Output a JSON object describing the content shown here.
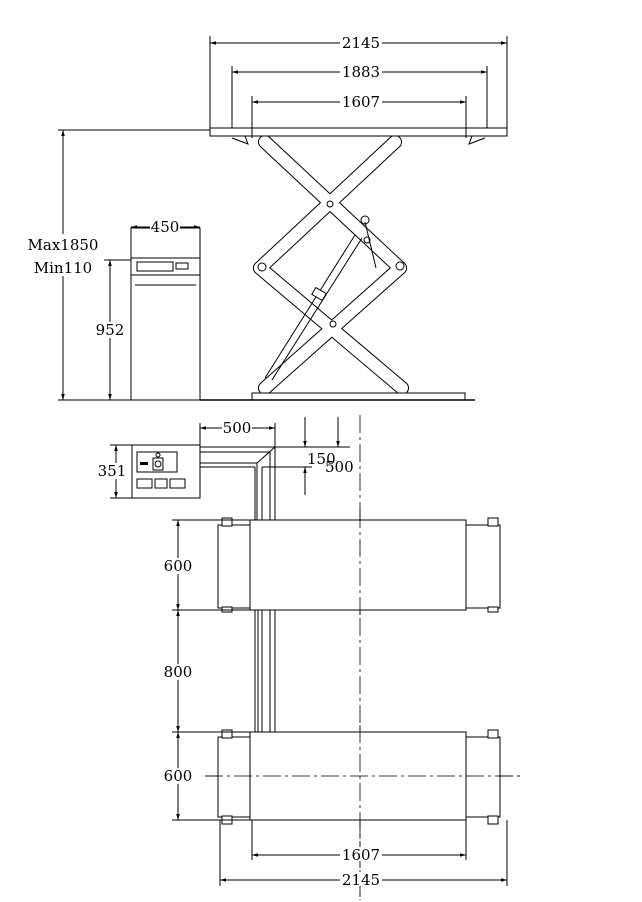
{
  "side_view": {
    "dim_overall_width": "2145",
    "dim_ramp_width": "1883",
    "dim_deck_width": "1607",
    "dim_max_height": "Max1850",
    "dim_min_height": "Min110",
    "dim_console_width": "450",
    "dim_console_height": "952"
  },
  "plan_view": {
    "dim_hose_length": "500",
    "dim_console_depth": "351",
    "dim_hose_offset": "150",
    "dim_hose_drop": "500",
    "dim_platform1_width": "600",
    "dim_gap": "800",
    "dim_platform2_width": "600",
    "dim_deck_length": "1607",
    "dim_overall_length": "2145"
  }
}
